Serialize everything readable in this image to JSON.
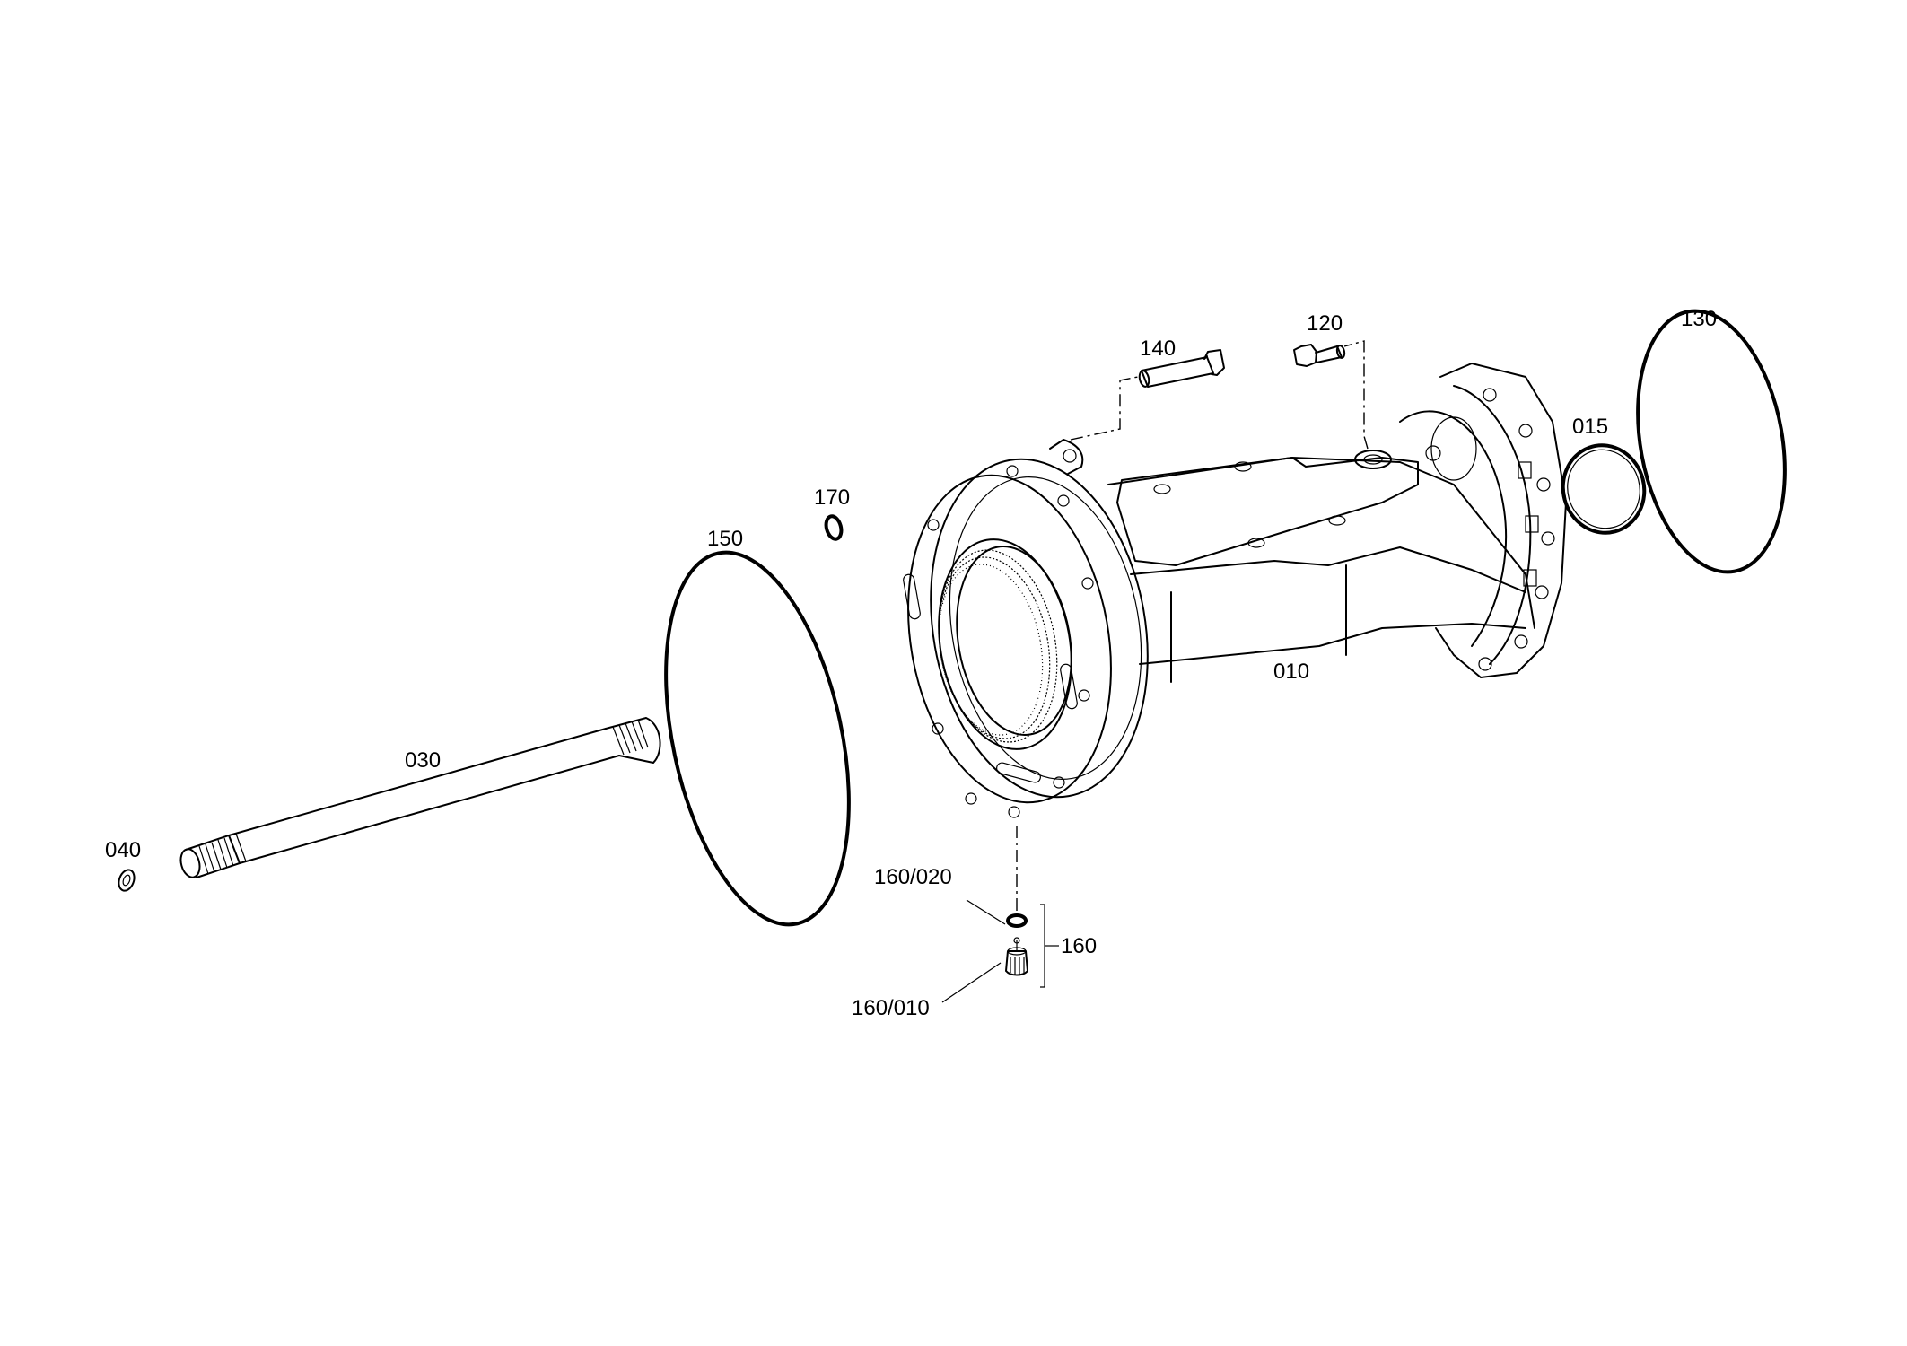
{
  "diagram": {
    "callouts": {
      "p010": "010",
      "p015": "015",
      "p030": "030",
      "p040": "040",
      "p120": "120",
      "p130": "130",
      "p140": "140",
      "p150": "150",
      "p160": "160",
      "p160_010": "160/010",
      "p160_020": "160/020",
      "p170": "170"
    }
  }
}
